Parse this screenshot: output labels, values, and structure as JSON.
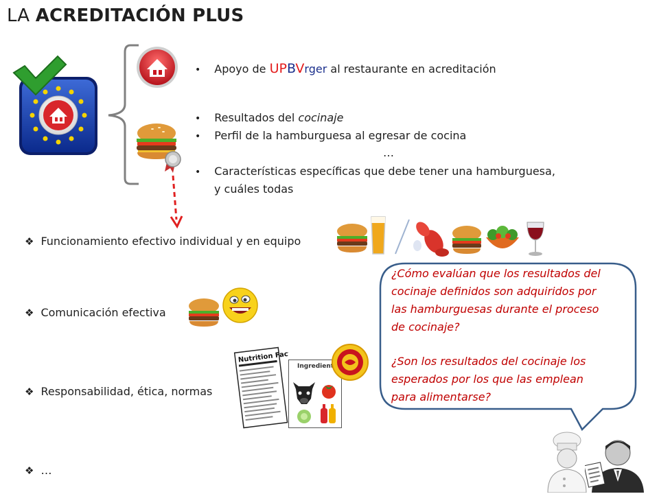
{
  "title": {
    "prefix": "LA ",
    "bold": "ACREDITACIÓN PLUS"
  },
  "top_bullets": {
    "b1": {
      "before": "Apoyo de ",
      "brand_up": "UP",
      "brand_b": "B",
      "brand_v": "V",
      "brand_rest": "rger",
      "after": " al restaurante en acreditación"
    },
    "b2": {
      "before": "Resultados del ",
      "italic": "cocinaje"
    },
    "b3": "Perfil de la hamburguesa al egresar de cocina",
    "ellipsis": "…",
    "b4_line1": "Características específicas que debe tener una hamburguesa,",
    "b4_line2": "y cuáles todas"
  },
  "items": [
    "Funcionamiento efectivo individual y en equipo",
    "Comunicación efectiva",
    "Responsabilidad, ética, normas",
    "…"
  ],
  "bubble": {
    "q1": [
      "¿Cómo evalúan que los resultados del",
      "cocinaje definidos son adquiridos por",
      "las hamburguesas durante el proceso",
      "de cocinaje?"
    ],
    "q2": [
      "¿Son los resultados del cocinaje los",
      "esperados por los que las emplean",
      "para alimentarse?"
    ]
  },
  "labels": {
    "nutrition": "Nutrition Facts",
    "ingredients": "Ingredients"
  },
  "icons": {
    "badge": "eu-house-badge-icon",
    "check": "checkmark-icon",
    "house": "house-icon",
    "burger": "burger-icon",
    "medal": "medal-icon",
    "beer": "beer-icon",
    "lobster": "lobster-icon",
    "salad": "salad-icon",
    "wine": "wine-icon",
    "smiley": "smiley-icon",
    "cow": "cow-icon",
    "tomato": "tomato-icon",
    "cabbage": "cabbage-icon",
    "sauces": "sauce-bottles-icon",
    "seal": "quality-seal-icon",
    "chef": "chef-icon",
    "businessman": "businessman-icon"
  },
  "colors": {
    "accent_red": "#c00000",
    "bubble_border": "#385d8a",
    "title": "#1f1f1f"
  }
}
